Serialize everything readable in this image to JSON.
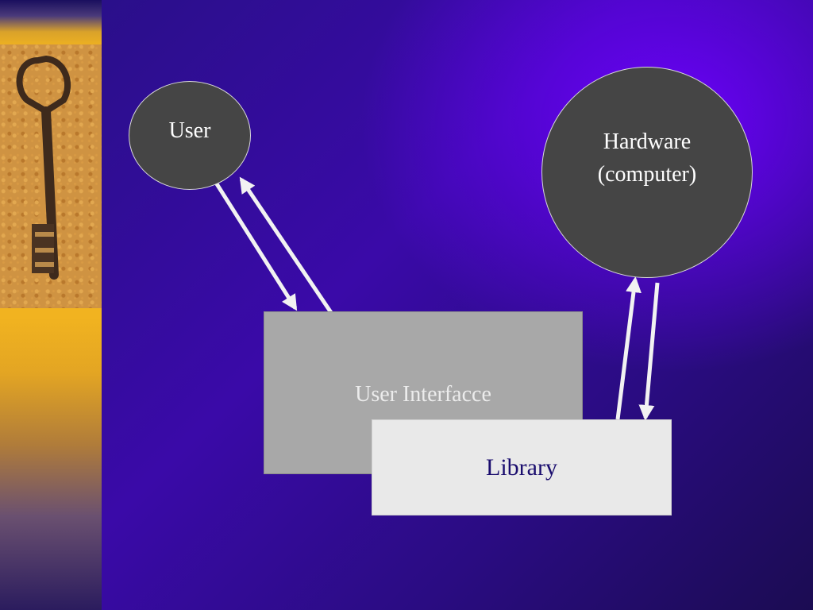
{
  "nodes": {
    "user": "User",
    "hardware_line1": "Hardware",
    "hardware_line2": "(computer)",
    "user_interface": "User Interfacce",
    "library": "Library"
  },
  "colors": {
    "node_fill": "#454545",
    "ui_box_fill": "#a8a8a8",
    "library_box_fill": "#e9e9e9",
    "library_text": "#1a0d6e",
    "arrow": "#f2f2f2",
    "strip_gold": "#f1b320"
  }
}
